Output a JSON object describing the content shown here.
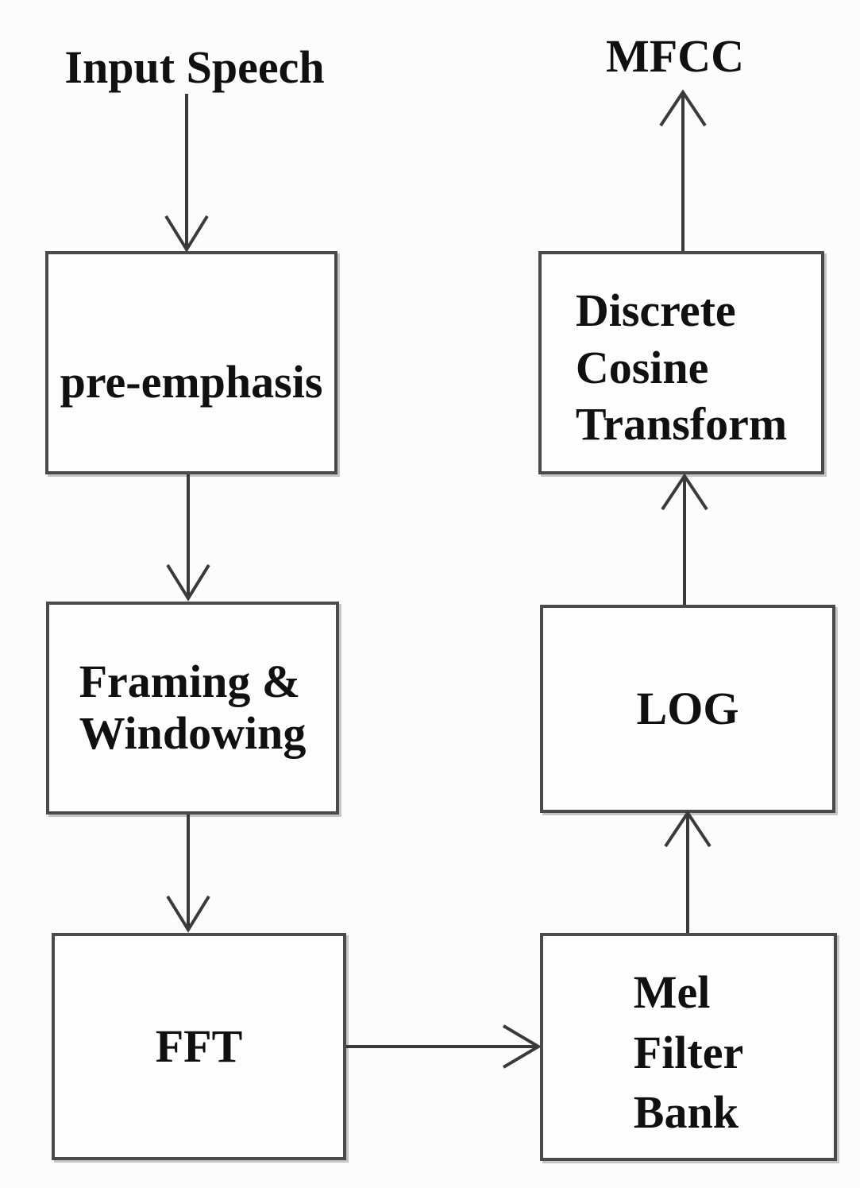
{
  "diagram": {
    "input_label": "Input Speech",
    "output_label": "MFCC",
    "boxes": {
      "pre_emphasis": {
        "lines": [
          "pre-emphasis"
        ]
      },
      "framing_windowing": {
        "lines": [
          "Framing &",
          "Windowing"
        ]
      },
      "fft": {
        "lines": [
          "FFT"
        ]
      },
      "mel_filter_bank": {
        "lines": [
          "Mel",
          "Filter",
          "Bank"
        ]
      },
      "log": {
        "lines": [
          "LOG"
        ]
      },
      "dct": {
        "lines": [
          "Discrete",
          "Cosine",
          "Transform"
        ]
      }
    },
    "flow": [
      "Input Speech -> pre-emphasis",
      "pre-emphasis -> Framing & Windowing",
      "Framing & Windowing -> FFT",
      "FFT -> Mel Filter Bank",
      "Mel Filter Bank -> LOG",
      "LOG -> Discrete Cosine Transform",
      "Discrete Cosine Transform -> MFCC"
    ],
    "colors": {
      "line": "#3a3a3a",
      "box_border": "#4a4a4a",
      "text": "#101010",
      "background": "#fcfcfc"
    }
  }
}
